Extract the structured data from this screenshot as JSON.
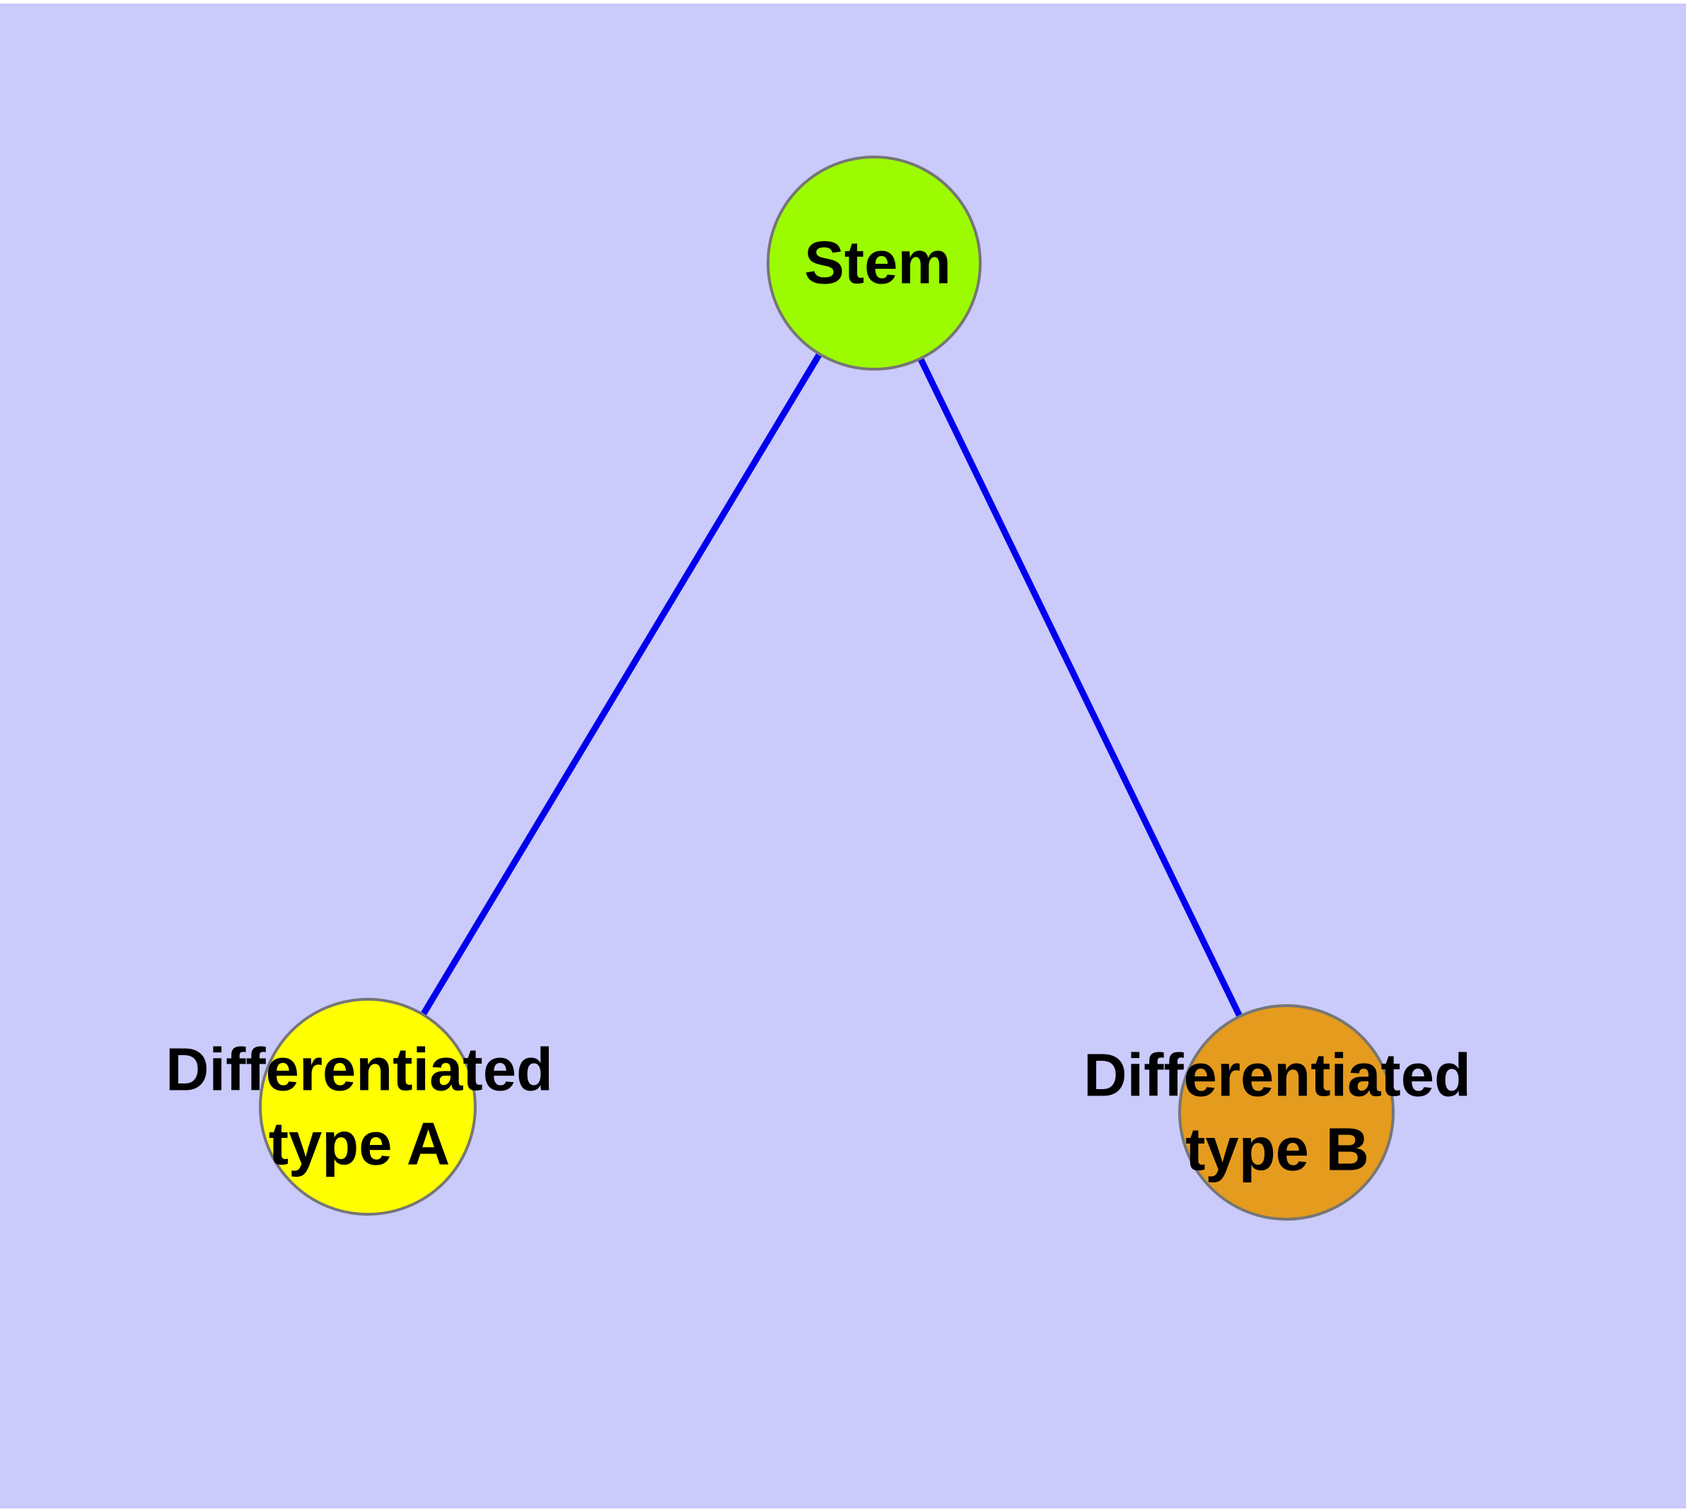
{
  "canvas": {
    "background_color": "#cacafb",
    "frame_color": "#ffffff"
  },
  "nodes": [
    {
      "id": "stem",
      "label": "Stem",
      "fill": "#9cfb00",
      "border": "#767676"
    },
    {
      "id": "type-a",
      "label": "Differentiated type A",
      "label_line1": "Differentiated",
      "label_line2": "type A",
      "fill": "#ffff00",
      "border": "#767676"
    },
    {
      "id": "type-b",
      "label": "Differentiated type B",
      "label_line1": "Differentiated",
      "label_line2": "type B",
      "fill": "#e59b1e",
      "border": "#767676"
    }
  ],
  "edges": {
    "color": "#0000ee",
    "width": 9,
    "items": [
      {
        "from": "Stem",
        "to": "Differentiated type A"
      },
      {
        "from": "Stem",
        "to": "Differentiated type B"
      }
    ]
  }
}
